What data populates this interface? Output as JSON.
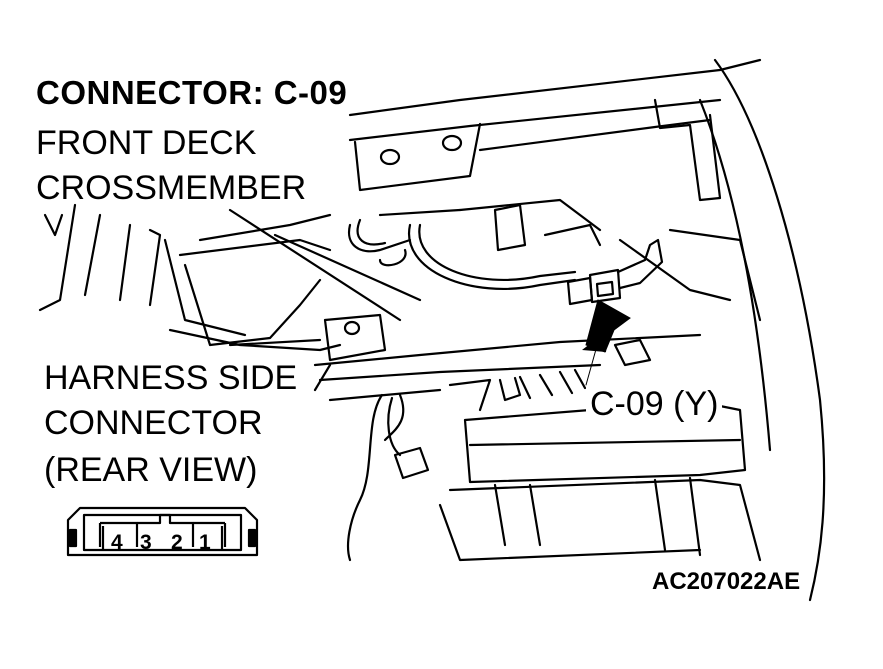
{
  "title": "CONNECTOR: C-09",
  "location": {
    "line1": "FRONT DECK",
    "line2": "CROSSMEMBER"
  },
  "harness_label": {
    "line1": "HARNESS SIDE",
    "line2": "CONNECTOR",
    "line3": "(REAR VIEW)"
  },
  "callout_label": "C-09 (Y)",
  "connector_pins": [
    "4",
    "3",
    "2",
    "1"
  ],
  "figure_id": "AC207022AE"
}
